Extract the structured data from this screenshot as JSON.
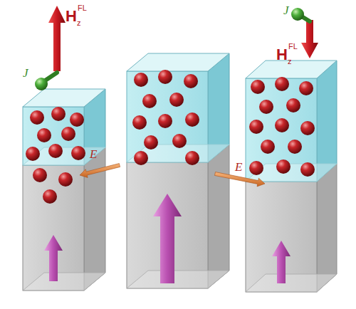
{
  "diagram": {
    "labels": [
      "H",
      "FL",
      "z",
      "J",
      "E",
      "E",
      "J",
      "H",
      "FL",
      "z"
    ]
  }
}
